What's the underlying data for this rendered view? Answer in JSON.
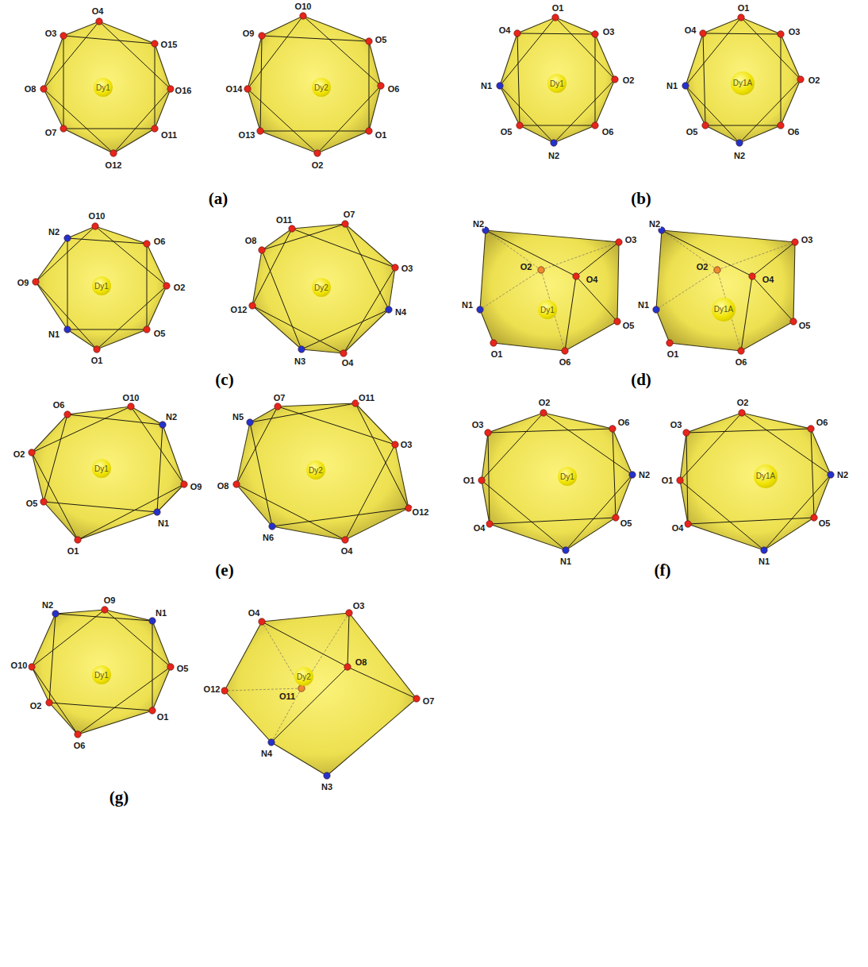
{
  "diagram": {
    "nodes": [
      {
        "text": [
          "Dy1"
        ]
      },
      {
        "text": [
          "Dy2"
        ]
      },
      {
        "text": [
          "Dy1"
        ]
      },
      {
        "text": [
          "Dy1A"
        ]
      },
      {
        "text": [
          "Dy1"
        ]
      },
      {
        "text": [
          "Dy2"
        ]
      },
      {
        "text": [
          "Dy1"
        ]
      },
      {
        "text": [
          "Dy1A"
        ]
      },
      {
        "text": [
          "Dy1"
        ]
      },
      {
        "text": [
          "Dy2"
        ]
      },
      {
        "text": [
          "Dy1"
        ]
      },
      {
        "text": [
          "Dy1A"
        ]
      },
      {
        "text": [
          "Dy1"
        ]
      },
      {
        "text": [
          "Dy2"
        ]
      }
    ],
    "labels": [
      "O4",
      "O15",
      "O3",
      "O16",
      "O8",
      "O7",
      "O11",
      "O12",
      "O10",
      "O5",
      "O9",
      "O6",
      "O14",
      "O13",
      "O1",
      "O2",
      "O1",
      "O4",
      "O3",
      "O2",
      "N1",
      "O5",
      "O6",
      "N2",
      "O1",
      "O4",
      "O3",
      "O2",
      "N1",
      "O5",
      "O6",
      "N2",
      "N2",
      "O10",
      "O6",
      "O9",
      "O2",
      "N1",
      "O5",
      "O1",
      "O11",
      "O7",
      "O8",
      "O3",
      "O12",
      "N4",
      "N3",
      "O4",
      "N2",
      "O3",
      "O2",
      "O4",
      "N1",
      "O5",
      "O1",
      "O6",
      "N2",
      "O3",
      "O2",
      "O4",
      "N1",
      "O5",
      "O1",
      "O6",
      "O6",
      "O10",
      "N2",
      "O2",
      "O9",
      "O5",
      "N1",
      "O1",
      "O7",
      "O11",
      "N5",
      "O3",
      "O8",
      "O12",
      "N6",
      "O4",
      "O2",
      "O3",
      "O6",
      "O1",
      "N2",
      "O4",
      "O5",
      "N1",
      "O2",
      "O3",
      "O6",
      "O1",
      "N2",
      "O4",
      "O5",
      "N1",
      "N2",
      "O9",
      "N1",
      "O10",
      "O5",
      "O2",
      "O1",
      "O6",
      "O4",
      "O3",
      "O8",
      "O12",
      "O11",
      "O7",
      "N4",
      "N3",
      "(a)",
      "(b)",
      "(c)",
      "(d)",
      "(e)",
      "(f)",
      "(g)"
    ]
  }
}
